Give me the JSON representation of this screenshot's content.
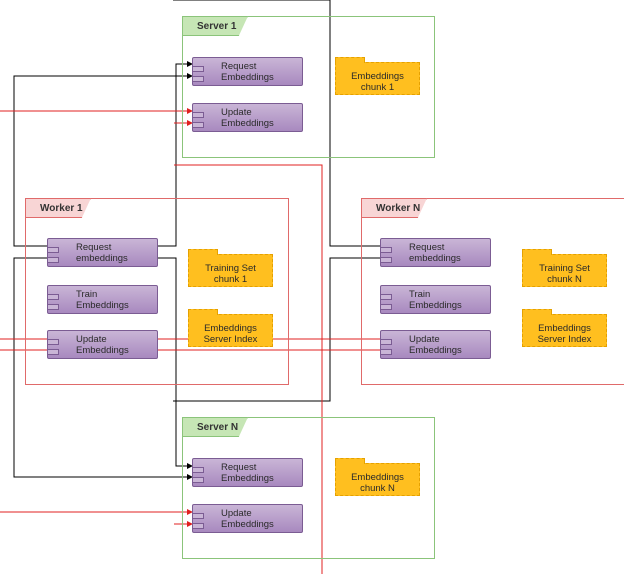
{
  "servers": [
    {
      "title": "Server 1",
      "components": [
        "Request\nEmbeddings",
        "Update\nEmbeddings"
      ],
      "store": "Embeddings\nchunk 1"
    },
    {
      "title": "Server N",
      "components": [
        "Request\nEmbeddings",
        "Update\nEmbeddings"
      ],
      "store": "Embeddings\nchunk N"
    }
  ],
  "workers": [
    {
      "title": "Worker 1",
      "components": [
        "Request\nembeddings",
        "Train\nEmbeddings",
        "Update\nEmbeddings"
      ],
      "stores": [
        "Training Set\nchunk 1",
        "Embeddings\nServer Index"
      ]
    },
    {
      "title": "Worker N",
      "components": [
        "Request\nembeddings",
        "Train\nEmbeddings",
        "Update\nEmbeddings"
      ],
      "stores": [
        "Training Set\nchunk N",
        "Embeddings\nServer Index"
      ]
    }
  ],
  "colors": {
    "request_wire": "#000000",
    "update_wire": "#e02020",
    "server_border": "#8bc47a",
    "worker_border": "#e06a6a",
    "component_fill": "#b9a0cc",
    "store_fill": "#ffbf1f"
  }
}
